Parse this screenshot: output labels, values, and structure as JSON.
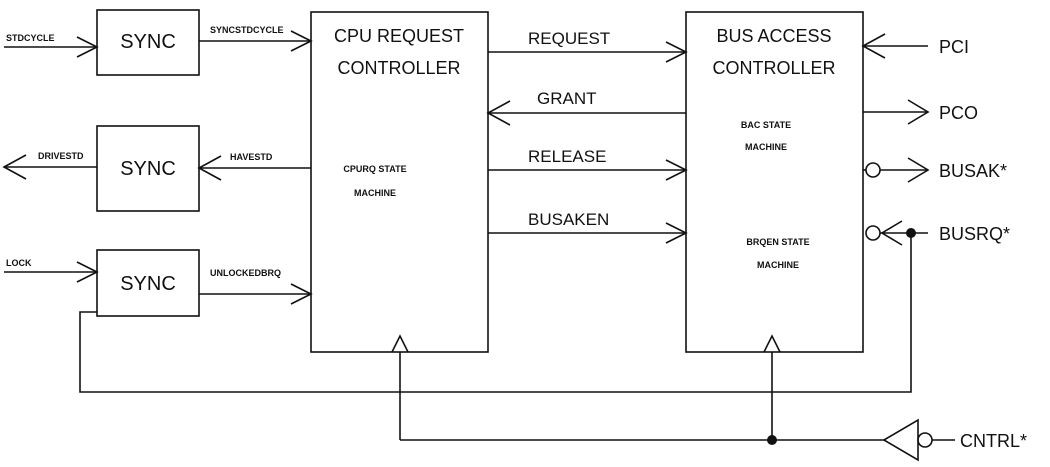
{
  "blocks": {
    "sync1": "SYNC",
    "sync2": "SYNC",
    "sync3": "SYNC",
    "cpu_line1": "CPU REQUEST",
    "cpu_line2": "CONTROLLER",
    "cpu_sm_line1": "CPURQ STATE",
    "cpu_sm_line2": "MACHINE",
    "bac_line1": "BUS ACCESS",
    "bac_line2": "CONTROLLER",
    "bac_sm_line1": "BAC STATE",
    "bac_sm_line2": "MACHINE",
    "brqen_line1": "BRQEN STATE",
    "brqen_line2": "MACHINE"
  },
  "signals": {
    "stdcycle": "STDCYCLE",
    "syncstdcycle": "SYNCSTDCYCLE",
    "drivestd": "DRIVESTD",
    "havestd": "HAVESTD",
    "lock": "LOCK",
    "unlockedbrq": "UNLOCKEDBRQ",
    "request": "REQUEST",
    "grant": "GRANT",
    "release": "RELEASE",
    "busaken": "BUSAKEN",
    "pci": "PCI",
    "pco": "PCO",
    "busak": "BUSAK*",
    "busrq": "BUSRQ*",
    "cntrl": "CNTRL*"
  }
}
